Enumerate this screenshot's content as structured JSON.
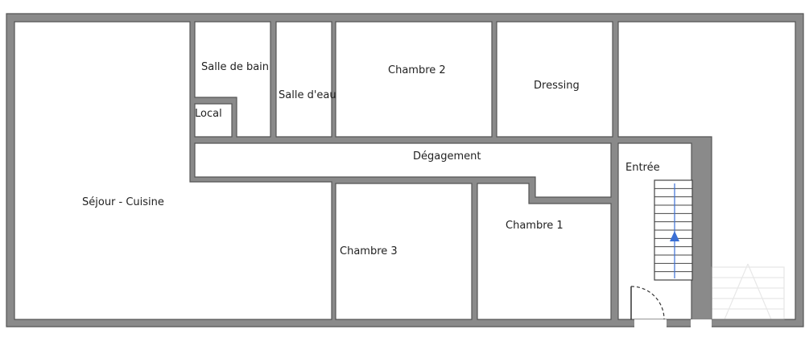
{
  "plan": {
    "wall_color": "#8a8a8a",
    "wall_outline": "#555555",
    "floor_color": "#ffffff",
    "stair_arrow_color": "#3b6fd4",
    "icons": [
      "stairs-icon",
      "up-arrow-icon",
      "door-swing-icon",
      "watermark-logo-icon"
    ]
  },
  "rooms": {
    "sejour": "Séjour - Cuisine",
    "salle_de_bain": "Salle de bain",
    "local": "Local",
    "salle_eau": "Salle d'eau",
    "chambre2": "Chambre 2",
    "dressing": "Dressing",
    "degagement": "Dégagement",
    "entree": "Entrée",
    "chambre3": "Chambre 3",
    "chambre1": "Chambre 1"
  }
}
